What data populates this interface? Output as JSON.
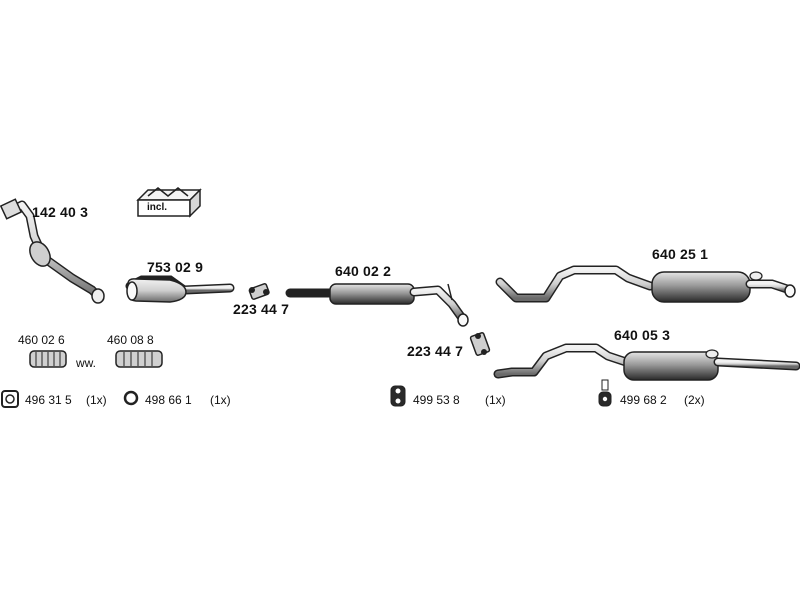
{
  "parts": {
    "downpipe": {
      "number": "142 40 3"
    },
    "hardware_kit": {
      "badge": "incl."
    },
    "catalytic_converter": {
      "number": "753 02 9"
    },
    "clamp_front": {
      "number": "223 44 7"
    },
    "centre_silencer": {
      "number": "640 02 2"
    },
    "clamp_rear": {
      "number": "223 44 7"
    },
    "rear_silencer_a": {
      "number": "640 25 1"
    },
    "rear_silencer_b": {
      "number": "640 05 3"
    },
    "flex_pipe_1": {
      "number": "460 02 6"
    },
    "flex_pipe_2": {
      "number": "460 08 8"
    },
    "flex_pipe_separator": "ww.",
    "gasket": {
      "number": "496 31 5",
      "qty": "(1x)"
    },
    "ring": {
      "number": "498 66 1",
      "qty": "(1x)"
    },
    "rubber_mount_1": {
      "number": "499 53 8",
      "qty": "(1x)"
    },
    "rubber_mount_2": {
      "number": "499 68 2",
      "qty": "(2x)"
    }
  }
}
